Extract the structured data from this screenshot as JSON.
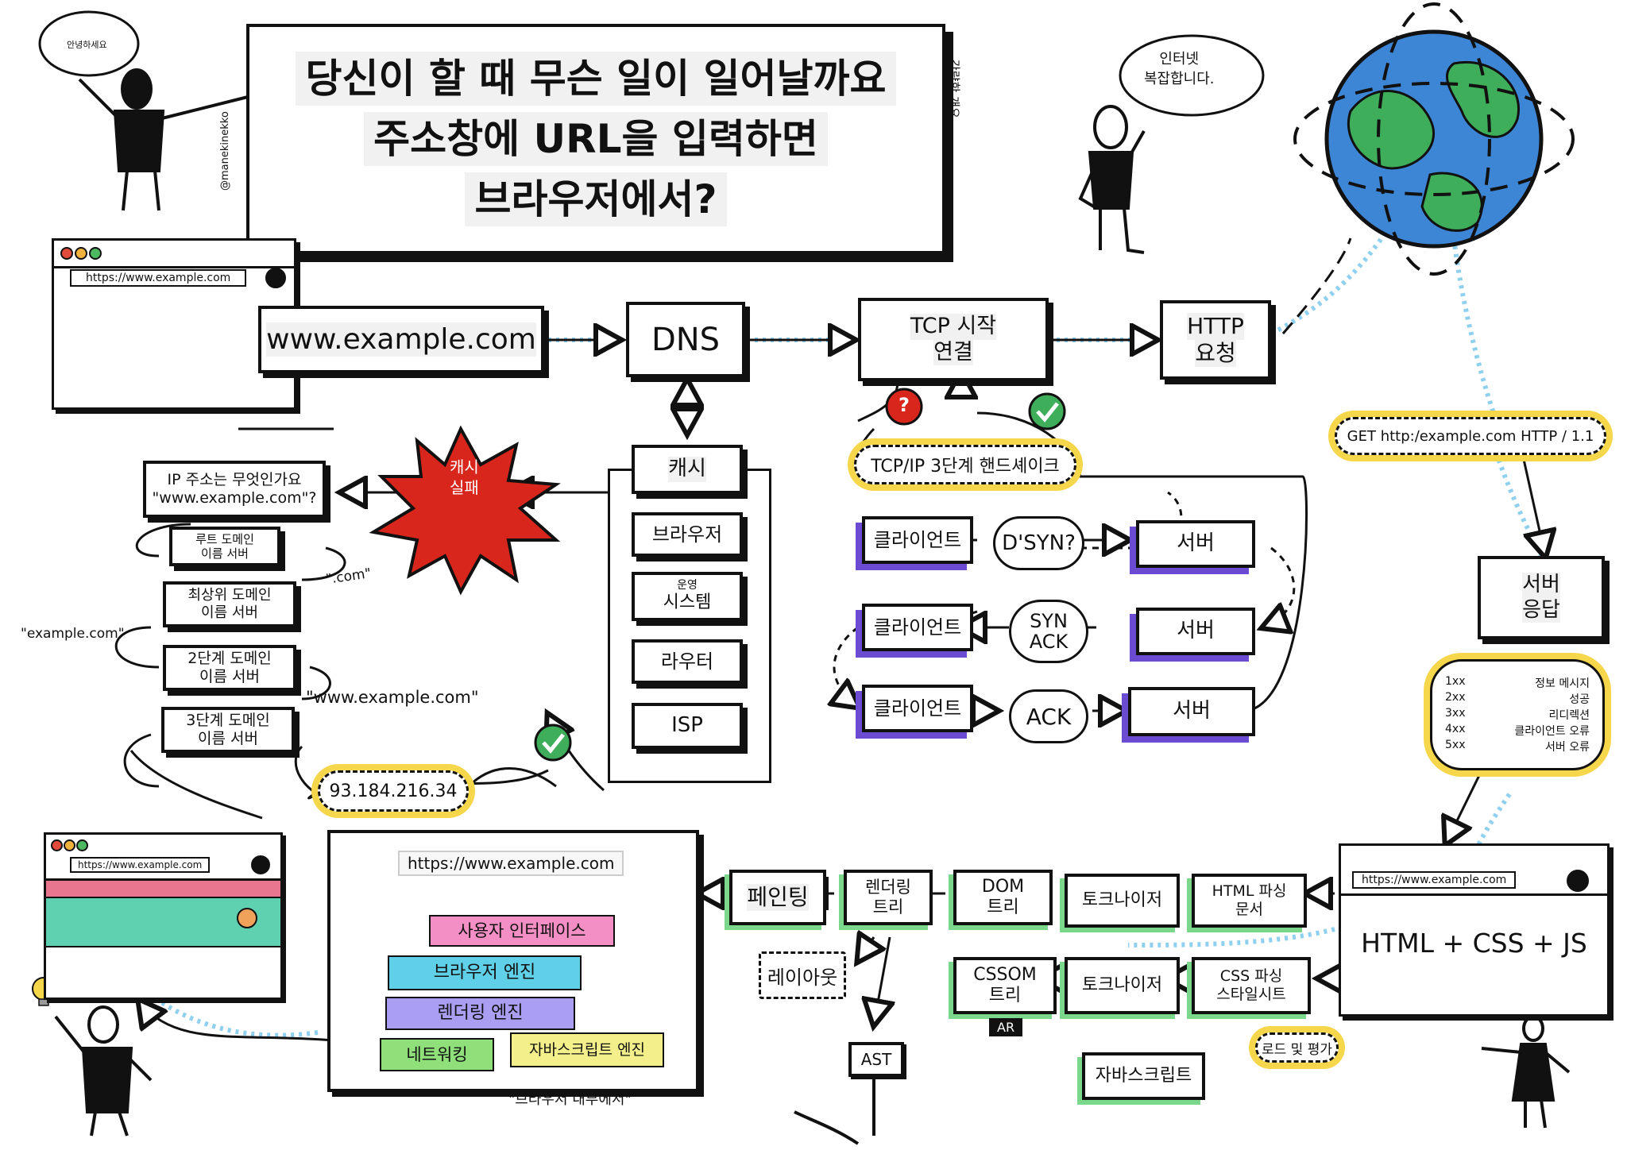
{
  "title": {
    "line1": "당신이 할 때 무슨 일이 일어날까요",
    "line2": "주소창에 URL을 입력하면",
    "line3": "브라우저에서?"
  },
  "side_text": {
    "credit": "@manekinekko",
    "overview": "간략한 개요"
  },
  "speech": {
    "hello": "안녕하세요",
    "internet": [
      "인터넷",
      "복잡합니다."
    ]
  },
  "browser_top": {
    "url": "https://www.example.com"
  },
  "flow_top": {
    "domain": "www.example.com",
    "dns": "DNS",
    "tcp": [
      "TCP 시작",
      "연결"
    ],
    "http": [
      "HTTP",
      "요청"
    ]
  },
  "cache_miss": [
    "캐시",
    "실패"
  ],
  "cache_stack": {
    "title": "캐시",
    "items": [
      "브라우저",
      "운영",
      "시스템",
      "라우터",
      "ISP"
    ]
  },
  "dns_lookup": {
    "question": [
      "IP 주소는 무엇인가요",
      "\"www.example.com\"?"
    ],
    "root": [
      "루트 도메인",
      "이름 서버"
    ],
    "tld": [
      "최상위 도메인",
      "이름 서버"
    ],
    "second": [
      "2단계 도메인",
      "이름 서버"
    ],
    "third": [
      "3단계 도메인",
      "이름 서버"
    ],
    "com_label": "\".com\"",
    "example_label": "\"example.com\"",
    "www_label": "\"www.example.com\"",
    "ip": "93.184.216.34"
  },
  "handshake": {
    "title": "TCP/IP 3단계 핸드셰이크",
    "client": "클라이언트",
    "server": "서버",
    "syn": "D'SYN?",
    "synack": [
      "SYN",
      "ACK"
    ],
    "ack": "ACK",
    "question_mark": "?"
  },
  "http_get": "GET http:/example.com HTTP / 1.1",
  "response": {
    "title": [
      "서버",
      "응답"
    ],
    "codes": [
      {
        "code": "1xx",
        "text": "정보 메시지"
      },
      {
        "code": "2xx",
        "text": "성공"
      },
      {
        "code": "3xx",
        "text": "리디렉션"
      },
      {
        "code": "4xx",
        "text": "클라이언트 오류"
      },
      {
        "code": "5xx",
        "text": "서버 오류"
      }
    ]
  },
  "browser_result": {
    "url": "https://www.example.com",
    "content": "HTML + CSS + JS"
  },
  "rendering": {
    "paint": "페인팅",
    "render_tree": [
      "렌더링",
      "트리"
    ],
    "dom": [
      "DOM",
      "트리"
    ],
    "tokenizer1": "토크나이저",
    "html_parse": [
      "HTML 파싱",
      "문서"
    ],
    "layout": "레이아웃",
    "cssom": [
      "CSSOM",
      "트리"
    ],
    "tokenizer2": "토크나이저",
    "css_parse": [
      "CSS 파싱",
      "스타일시트"
    ],
    "ar": "AR",
    "ast": "AST",
    "javascript": "자바스크립트",
    "load_eval": "로드 및 평가"
  },
  "browser_internals": {
    "url": "https://www.example.com",
    "ui": "사용자 인터페이스",
    "engine": "브라우저 엔진",
    "render_engine": "렌더링 엔진",
    "network": "네트워킹",
    "js_engine": "자바스크립트 엔진",
    "caption": "\"브라우저 내부에서\""
  },
  "small_browser": {
    "url": "https://www.example.com"
  },
  "colors": {
    "ink": "#111111",
    "globe_ocean": "#3d86d6",
    "globe_land": "#3fae5a",
    "cache_burst": "#d9261c",
    "purple_shadow": "#6b4bd1",
    "green_shadow": "#7bd88a",
    "yellow_glow": "#f6d64a",
    "pink": "#f48fc6",
    "cyan": "#5fd0e8",
    "lavender": "#a99ef2",
    "lime": "#8fe07a",
    "yellow": "#f3ef8a",
    "dot_trail": "#8fd0ee"
  }
}
